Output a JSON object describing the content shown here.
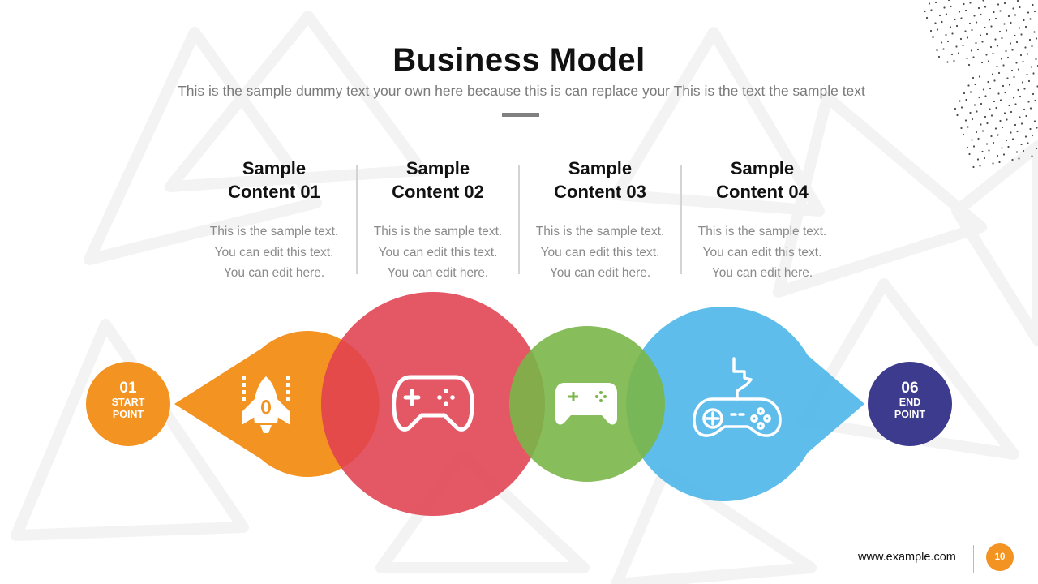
{
  "slide": {
    "title": "Business Model",
    "subtitle": "This is the sample dummy text  your own here because this is can replace your This is the text the sample text"
  },
  "columns": [
    {
      "heading_line1": "Sample",
      "heading_line2": "Content 01",
      "lines": [
        "This is the sample text.",
        "You can edit this text.",
        "You can edit here."
      ]
    },
    {
      "heading_line1": "Sample",
      "heading_line2": "Content 02",
      "lines": [
        "This is the sample text.",
        "You can edit this text.",
        "You can edit here."
      ]
    },
    {
      "heading_line1": "Sample",
      "heading_line2": "Content 03",
      "lines": [
        "This is the sample text.",
        "You can edit this text.",
        "You can edit here."
      ]
    },
    {
      "heading_line1": "Sample",
      "heading_line2": "Content 04",
      "lines": [
        "This is the sample text.",
        "You can edit this text.",
        "You can edit here."
      ]
    }
  ],
  "start_point": {
    "number": "01",
    "label_line1": "START",
    "label_line2": "POINT"
  },
  "end_point": {
    "number": "06",
    "label_line1": "END",
    "label_line2": "POINT"
  },
  "stages": [
    {
      "color": "#f39321",
      "icon": "rocket-icon"
    },
    {
      "color": "#e0404f",
      "icon": "gamepad-outline-icon"
    },
    {
      "color": "#7ab648",
      "icon": "handheld-controller-icon"
    },
    {
      "color": "#4cb6e8",
      "icon": "wired-gamepad-icon"
    }
  ],
  "footer": {
    "url": "www.example.com",
    "page_number": "10"
  }
}
